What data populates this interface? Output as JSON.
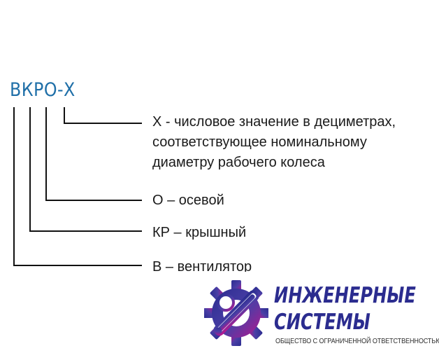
{
  "diagram": {
    "model_code": "ВКРО-Х",
    "descriptions": {
      "x_line1": "Х - числовое значение в дециметрах,",
      "x_line2": "соответствующее номинальному",
      "x_line3": "диаметру рабочего колеса",
      "o": "О – осевой",
      "kr": "КР – крышный",
      "v": "В – вентилятор"
    }
  },
  "logo": {
    "line1": "ИНЖЕНЕРНЫЕ",
    "line2": "СИСТЕМЫ",
    "subtitle": "ОБЩЕСТВО С ОГРАНИЧЕННОЙ ОТВЕТСТВЕННОСТЬЮ",
    "icon": "gear-wrench-icon"
  },
  "colors": {
    "code": "#1f6fa8",
    "text": "#1a1a1a",
    "brand": "#2b2c8f",
    "brand_gradient_end": "#b3178f",
    "leader_lines": "#111111"
  }
}
